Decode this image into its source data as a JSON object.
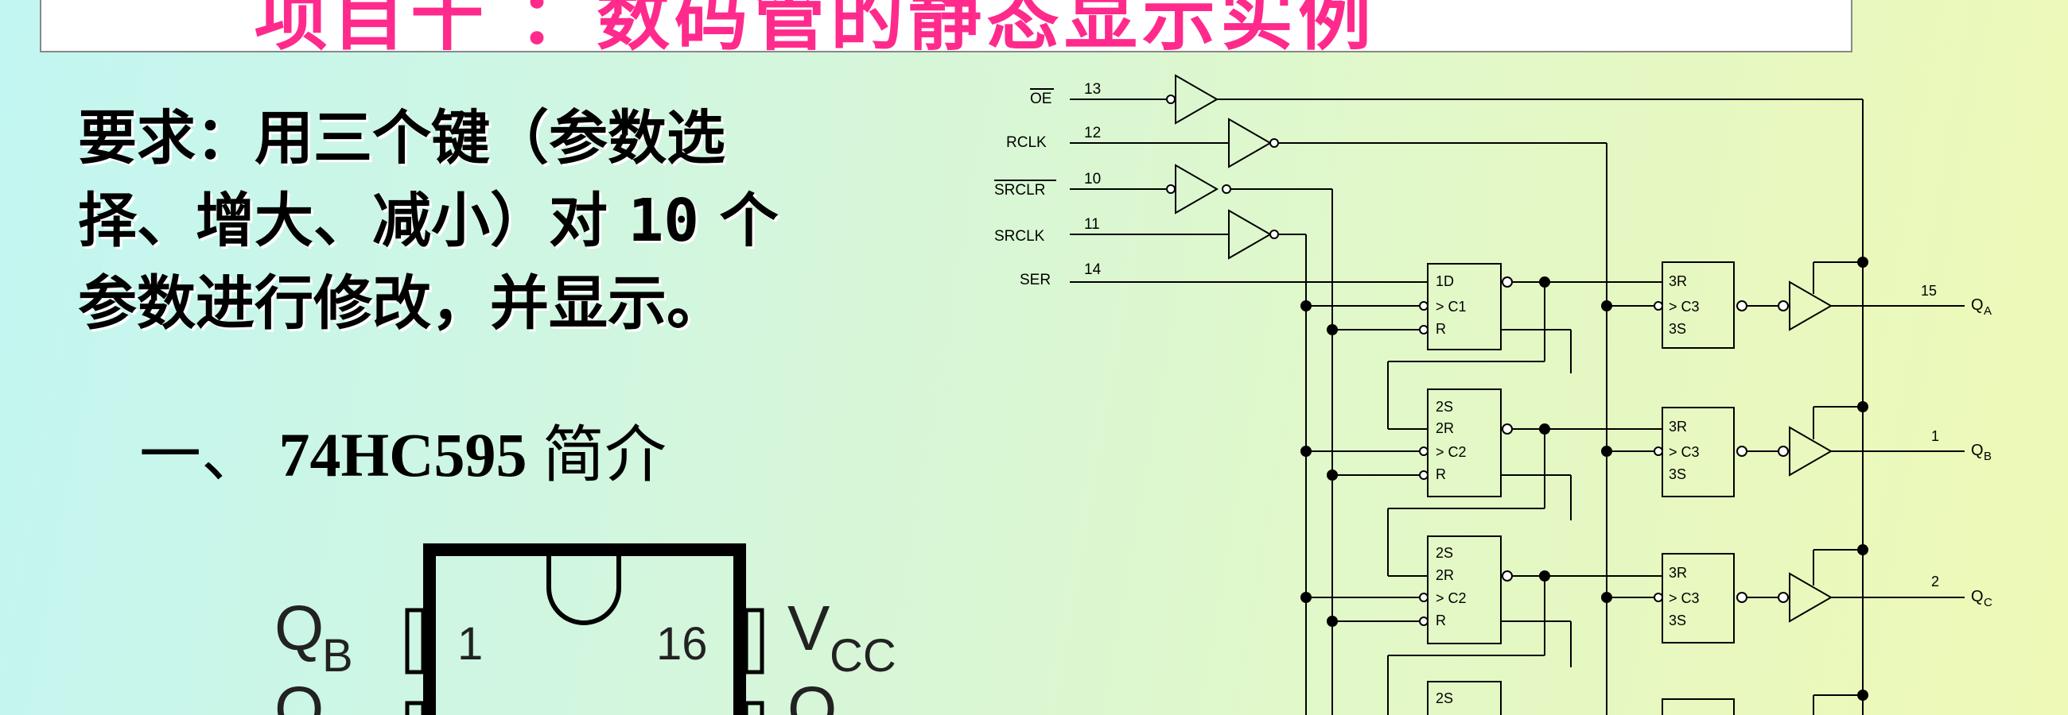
{
  "title": "项目十 ：数码管的静态显示实例",
  "requirement": {
    "line1": "要求：用三个键（参数选",
    "line2_a": "择、增大、减小）对",
    "line2_num": "10",
    "line2_b": "个",
    "line3": "参数进行修改，并显示。"
  },
  "section": {
    "prefix": "一、",
    "model": "74HC595",
    "suffix": "简介"
  },
  "chip": {
    "left_pin": {
      "number": "1",
      "label_main": "Q",
      "label_sub": "B"
    },
    "right_pin": {
      "number": "16",
      "label_main": "V",
      "label_sub": "CC"
    }
  },
  "schematic": {
    "inputs": [
      {
        "name": "OE",
        "pin": "13",
        "overline": true
      },
      {
        "name": "RCLK",
        "pin": "12",
        "overline": false
      },
      {
        "name": "SRCLR",
        "pin": "10",
        "overline": true
      },
      {
        "name": "SRCLK",
        "pin": "11",
        "overline": false
      },
      {
        "name": "SER",
        "pin": "14",
        "overline": false
      }
    ],
    "stage1": {
      "line1": "1D",
      "line2": "> C1",
      "line3": "R"
    },
    "stage2": {
      "line1": "2S",
      "line2": "2R",
      "line3": "> C2",
      "line4": "R"
    },
    "latch": {
      "line1": "3R",
      "line2": "> C3",
      "line3": "3S"
    },
    "outputs": [
      {
        "pin": "15",
        "name": "Q",
        "sub": "A"
      },
      {
        "pin": "1",
        "name": "Q",
        "sub": "B"
      },
      {
        "pin": "2",
        "name": "Q",
        "sub": "C"
      }
    ]
  },
  "colors": {
    "title": "#ff2a8c",
    "text": "#000000"
  }
}
